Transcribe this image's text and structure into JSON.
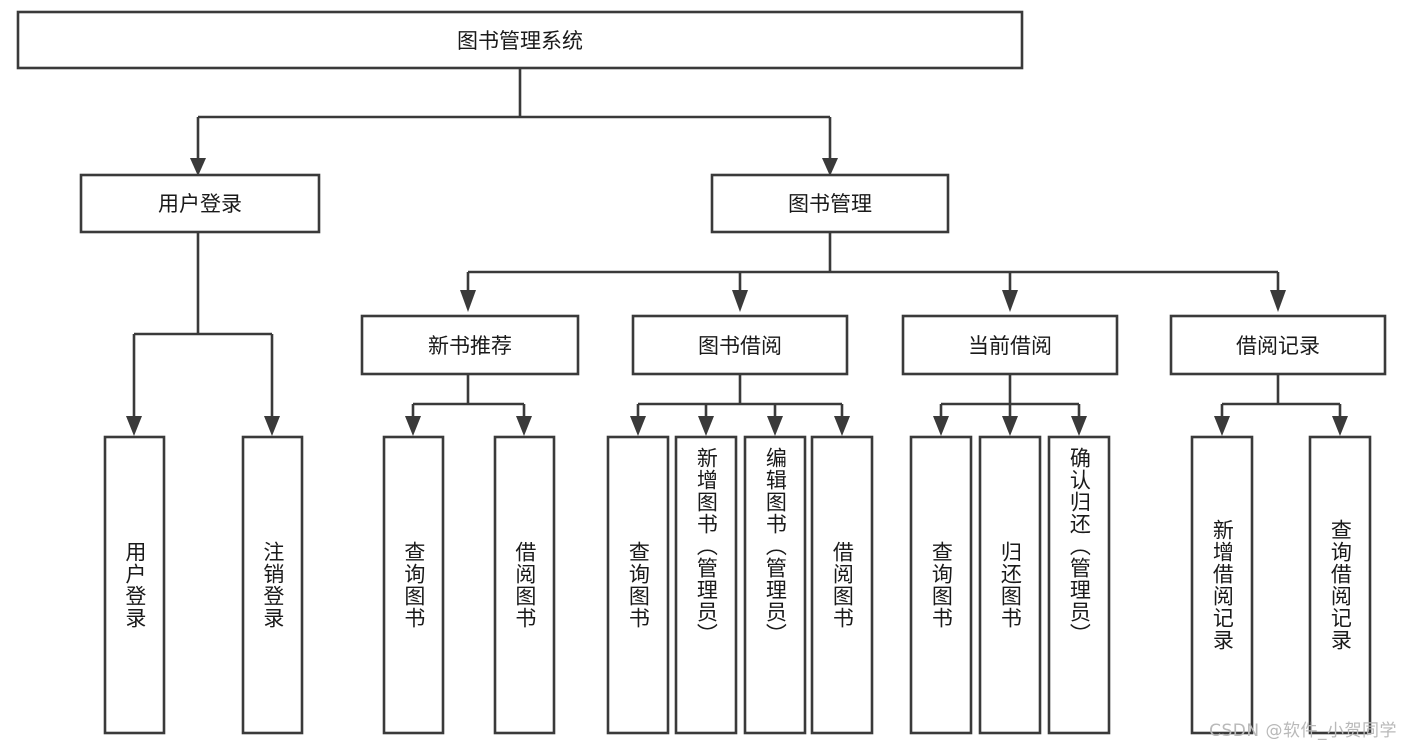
{
  "diagram": {
    "title": "图书管理系统",
    "type": "tree-hierarchy",
    "root": {
      "label": "图书管理系统",
      "orientation": "horizontal"
    },
    "level2": [
      {
        "label": "用户登录",
        "orientation": "horizontal"
      },
      {
        "label": "图书管理",
        "orientation": "horizontal"
      }
    ],
    "level3": [
      {
        "label": "新书推荐",
        "orientation": "horizontal"
      },
      {
        "label": "图书借阅",
        "orientation": "horizontal"
      },
      {
        "label": "当前借阅",
        "orientation": "horizontal"
      },
      {
        "label": "借阅记录",
        "orientation": "horizontal"
      }
    ],
    "leaves": [
      {
        "label": "用户登录",
        "parent": "用户登录",
        "orientation": "vertical"
      },
      {
        "label": "注销登录",
        "parent": "用户登录",
        "orientation": "vertical"
      },
      {
        "label": "查询图书",
        "parent": "新书推荐",
        "orientation": "vertical"
      },
      {
        "label": "借阅图书",
        "parent": "新书推荐",
        "orientation": "vertical"
      },
      {
        "label": "查询图书",
        "parent": "图书借阅",
        "orientation": "vertical"
      },
      {
        "label": "新增图书（管理员）",
        "parent": "图书借阅",
        "orientation": "vertical"
      },
      {
        "label": "编辑图书（管理员）",
        "parent": "图书借阅",
        "orientation": "vertical"
      },
      {
        "label": "借阅图书",
        "parent": "图书借阅",
        "orientation": "vertical"
      },
      {
        "label": "查询图书",
        "parent": "当前借阅",
        "orientation": "vertical"
      },
      {
        "label": "归还图书",
        "parent": "当前借阅",
        "orientation": "vertical"
      },
      {
        "label": "确认归还（管理员）",
        "parent": "当前借阅",
        "orientation": "vertical"
      },
      {
        "label": "新增借阅记录",
        "parent": "借阅记录",
        "orientation": "vertical"
      },
      {
        "label": "查询借阅记录",
        "parent": "借阅记录",
        "orientation": "vertical"
      }
    ],
    "colors": {
      "background": "#ffffff",
      "box_fill": "#ffffff",
      "box_stroke": "#3a3a3a",
      "text": "#1a1a1a",
      "watermark": "#b9b9b9"
    }
  },
  "watermark": {
    "text": "CSDN @软件_小贺同学"
  }
}
